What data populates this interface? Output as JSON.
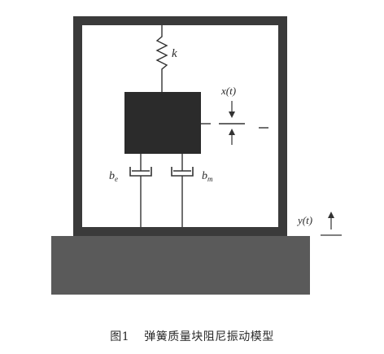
{
  "labels": {
    "spring_k": "k",
    "x_t": "x(t)",
    "y_t": "y(t)",
    "b_e": "b",
    "b_e_sub": "e",
    "b_m": "b",
    "b_m_sub": "m"
  },
  "caption": {
    "figure_number": "图1",
    "title": "弹簧质量块阻尼振动模型"
  },
  "colors": {
    "frame": "#3a3a3a",
    "mass": "#2b2b2b",
    "base": "#5a5a5a",
    "line": "#333333"
  }
}
